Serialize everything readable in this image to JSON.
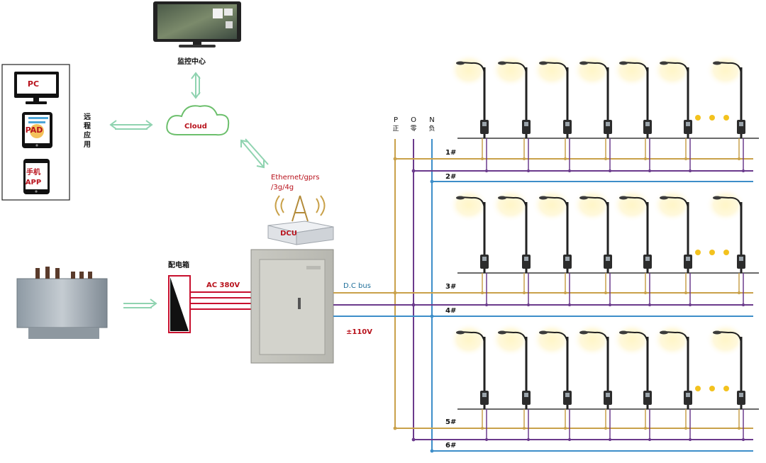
{
  "monitor": {
    "label": "监控中心"
  },
  "cloud": {
    "label": "Cloud"
  },
  "remote": {
    "label": "远程应用"
  },
  "devices": {
    "pc": "PC",
    "pad": "PAD",
    "phone_line1": "手机",
    "phone_line2": "APP"
  },
  "network": {
    "line1": "Ethernet/gprs",
    "line2": "/3g/4g"
  },
  "dcu": {
    "label": "DCU"
  },
  "distribution_box": {
    "label": "配电箱"
  },
  "ac": {
    "label": "AC 380V"
  },
  "dc": {
    "bus_label": "D.C bus",
    "voltage_label": "±110V"
  },
  "bus_columns": [
    {
      "letter": "P",
      "name": "正"
    },
    {
      "letter": "O",
      "name": "零"
    },
    {
      "letter": "N",
      "name": "负"
    }
  ],
  "circuits": [
    "1#",
    "2#",
    "3#",
    "4#",
    "5#",
    "6#"
  ],
  "colors": {
    "p_line": "#c9a14a",
    "o_line": "#6b3a8c",
    "n_line": "#3d8ec9",
    "ac_line": "#c8102e",
    "arrow": "#8fd3b0",
    "cloud": "#6cbf6c",
    "text_red": "#b8121c",
    "text_blue": "#1f6f9a"
  }
}
